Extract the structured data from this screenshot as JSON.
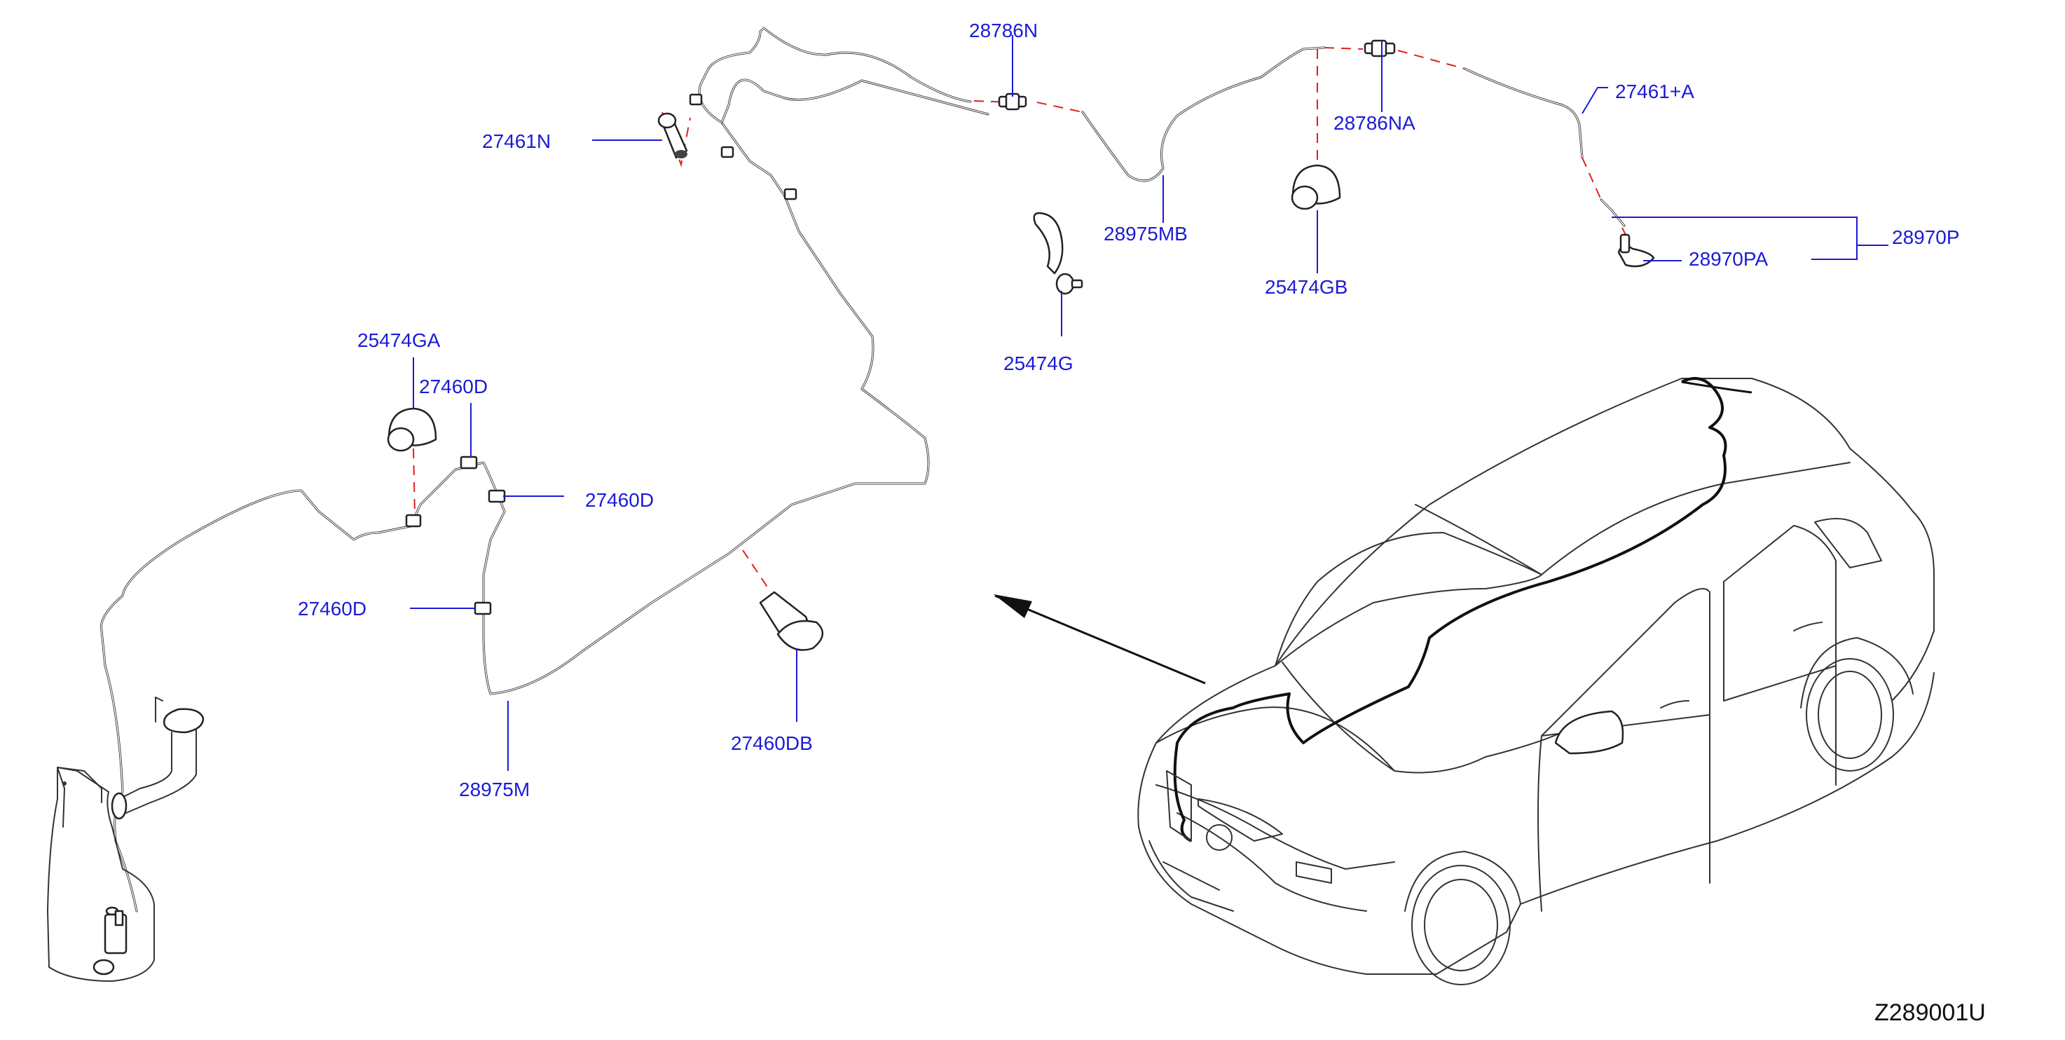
{
  "colors": {
    "label_text": "#1b1bd6",
    "leader_line": "#1b1bd6",
    "break_line": "#e02020",
    "line_art": "#222222",
    "background": "#ffffff"
  },
  "labels": {
    "p28786N": "28786N",
    "p27461A": "27461+A",
    "p27461N": "27461N",
    "p28786NA": "28786NA",
    "p28970P": "28970P",
    "p28975MB": "28975MB",
    "p28970PA": "28970PA",
    "p25474GB": "25474GB",
    "p25474GA": "25474GA",
    "p25474G": "25474G",
    "p27460D_top": "27460D",
    "p27460D_mid": "27460D",
    "p27460D_low": "27460D",
    "p27460DB": "27460DB",
    "p28975M": "28975M"
  },
  "diagram_ref": "Z289001U",
  "icons": {
    "washer_tank": "washer-tank-icon",
    "vehicle": "vehicle-outline-icon",
    "location_arrow": "arrow-icon"
  }
}
